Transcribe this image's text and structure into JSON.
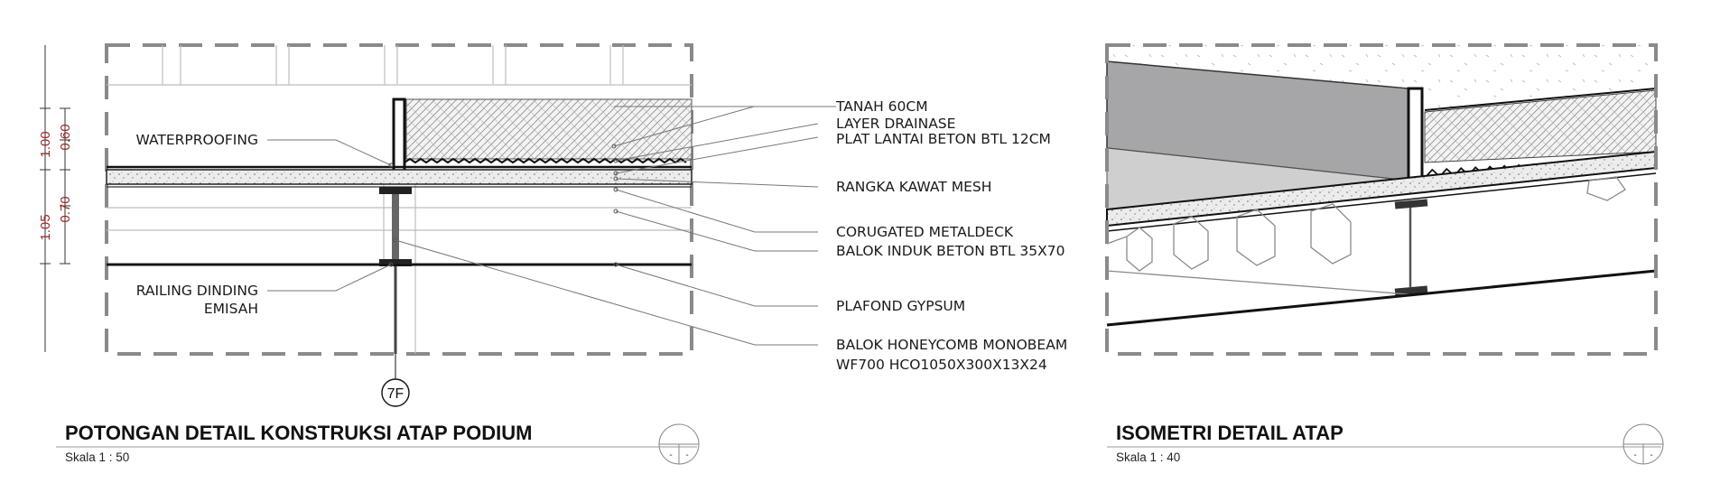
{
  "section": {
    "title": "POTONGAN DETAIL KONSTRUKSI ATAP PODIUM",
    "scale": "Skala 1 : 50",
    "grid_marker": "7F",
    "dimensions": [
      "1.00",
      "0.60",
      "0.70",
      "1.05"
    ],
    "left_labels": {
      "waterproofing": "WATERPROOFING",
      "railing_1": "RAILING DINDING",
      "railing_2": "EMISAH"
    },
    "right_labels": [
      "TANAH 60CM",
      "LAYER DRAINASE",
      "PLAT LANTAI BETON BTL 12CM",
      "RANGKA KAWAT MESH",
      "CORUGATED METALDECK",
      "BALOK INDUK BETON BTL 35X70",
      "PLAFOND GYPSUM",
      "BALOK HONEYCOMB MONOBEAM",
      "WF700 HCO1050X300X13X24"
    ],
    "title_symbol": {
      "left": "-",
      "right": "-"
    }
  },
  "iso": {
    "title": "ISOMETRI DETAIL ATAP",
    "scale": "Skala 1 : 40",
    "title_symbol": {
      "left": "-",
      "right": "-"
    }
  },
  "colors": {
    "dimension": "#9b2a2a",
    "line": "#1a1a1a",
    "frame": "#8a8a8a"
  }
}
